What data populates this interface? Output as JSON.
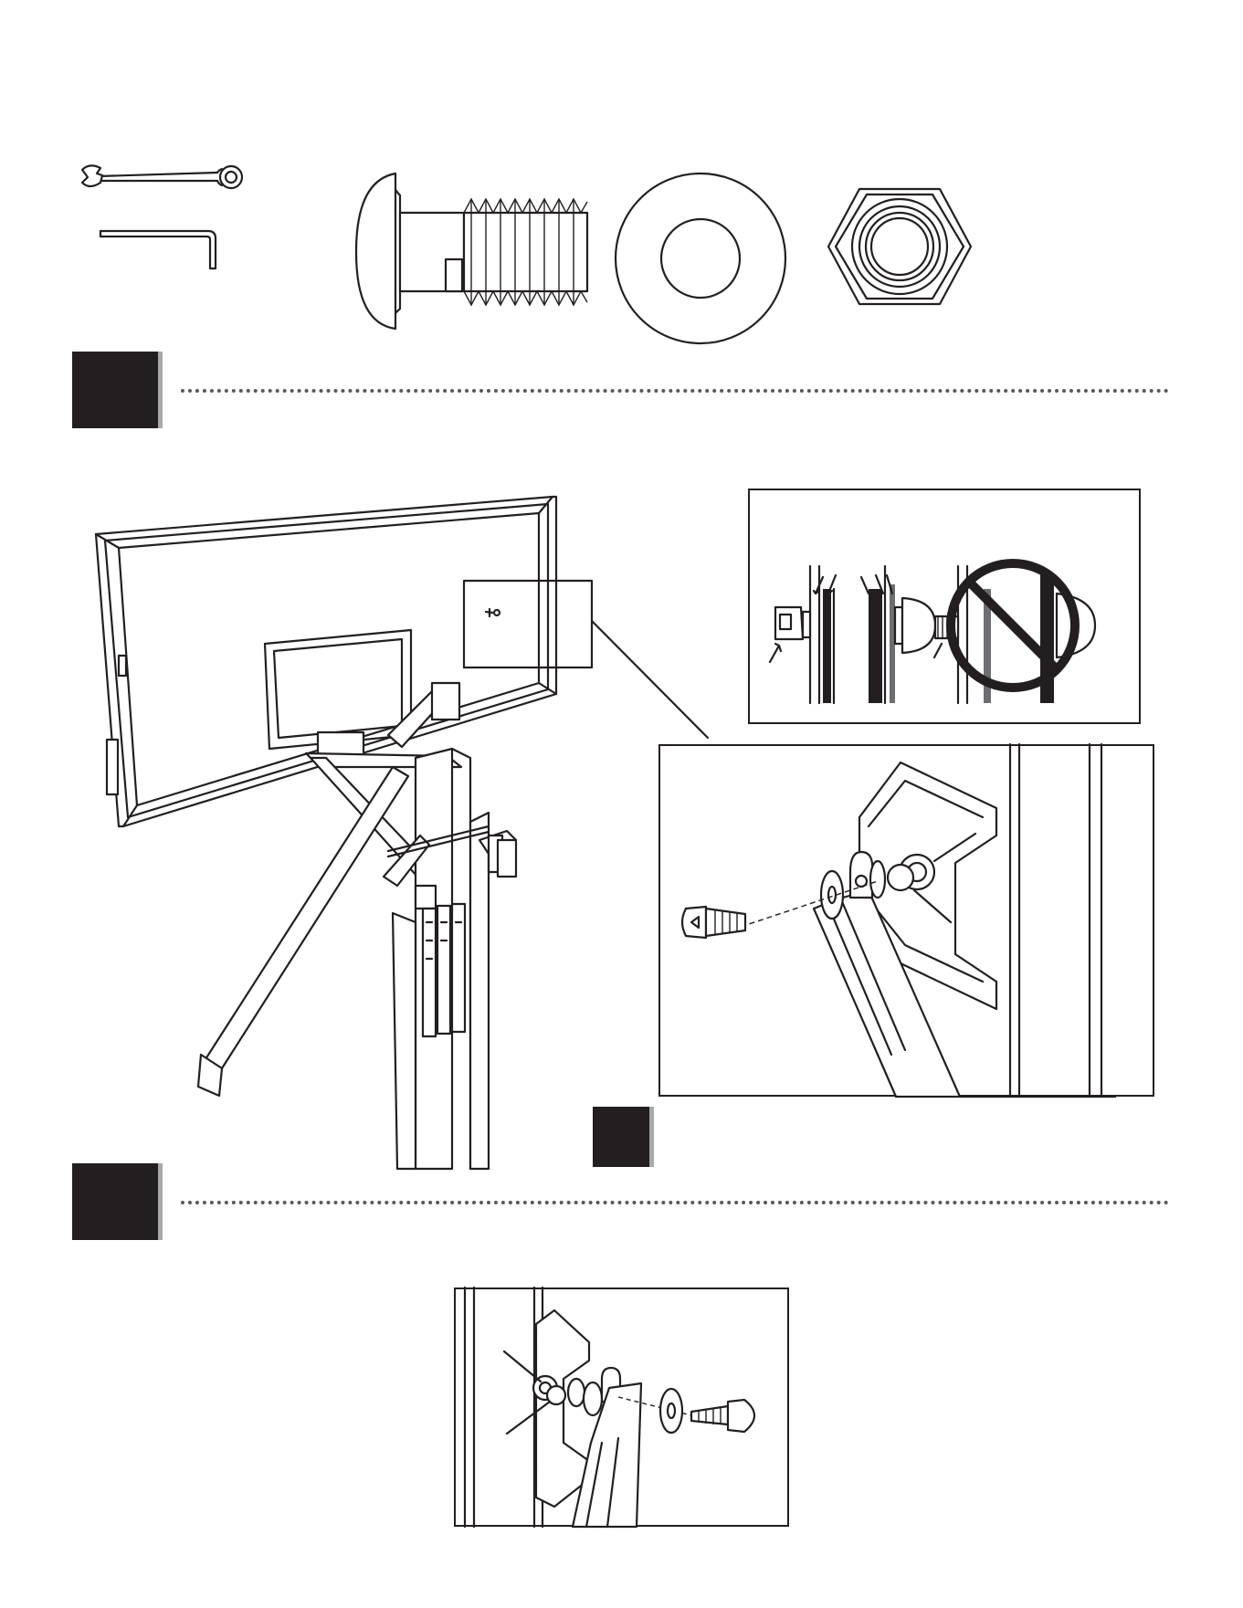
{
  "tools": {
    "wrench": "wrench-icon",
    "hex_key": "hex-key-icon"
  },
  "hardware": {
    "bolt": "button-head-bolt-icon",
    "washer": "flat-washer-icon",
    "nut": "lock-nut-icon"
  },
  "steps": [
    {
      "name": "step-1",
      "number_box": "black"
    },
    {
      "name": "step-2",
      "number_box": "black"
    },
    {
      "name": "step-sub",
      "number_box": "black"
    }
  ],
  "callouts": {
    "correct_examples": 2,
    "incorrect_example": "prohibited-icon"
  },
  "colors": {
    "ink": "#231f20",
    "shadow": "#a7a9ac",
    "dots": "#58595b"
  }
}
